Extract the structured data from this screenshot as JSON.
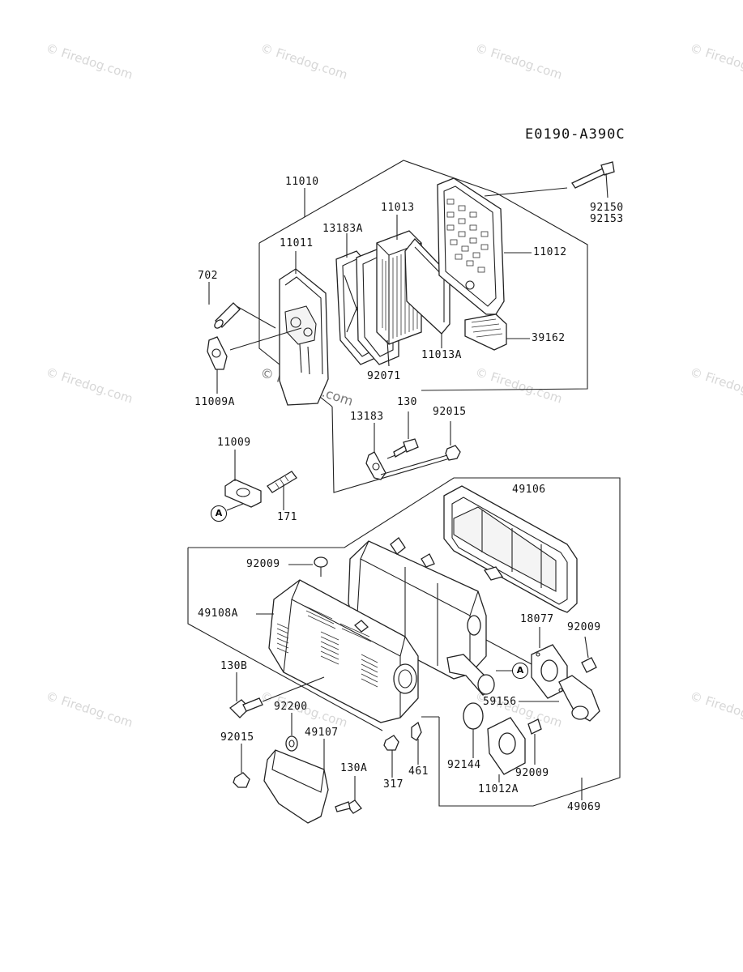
{
  "diagram": {
    "code": "E0190-A390C",
    "watermark": "© Firedog.com",
    "ref_callout": "A",
    "parts": {
      "p11010": "11010",
      "p11011": "11011",
      "p13183A": "13183A",
      "p11013": "11013",
      "p11012": "11012",
      "p92150": "92150",
      "p92153": "92153",
      "p702": "702",
      "p39162": "39162",
      "p11009A": "11009A",
      "p92071": "92071",
      "p11013A": "11013A",
      "p130": "130",
      "p92015a": "92015",
      "p13183": "13183",
      "p11009": "11009",
      "p171": "171",
      "p49106": "49106",
      "p92009a": "92009",
      "p49108A": "49108A",
      "p18077": "18077",
      "p92009b": "92009",
      "p130B": "130B",
      "p59156": "59156",
      "p92200": "92200",
      "p92015b": "92015",
      "p49107": "49107",
      "p130A": "130A",
      "p317": "317",
      "p461": "461",
      "p92144": "92144",
      "p92009c": "92009",
      "p11012A": "11012A",
      "p49069": "49069"
    }
  }
}
